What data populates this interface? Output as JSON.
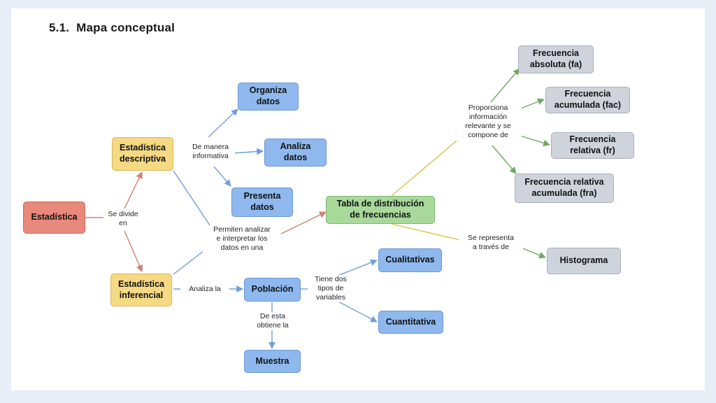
{
  "title": {
    "number": "5.1.",
    "text": "Mapa conceptual"
  },
  "nodes": {
    "estadistica": "Estadística",
    "descriptiva": "Estadística\ndescriptiva",
    "inferencial": "Estadística\ninferencial",
    "organiza": "Organiza\ndatos",
    "analiza": "Analiza\ndatos",
    "presenta": "Presenta\ndatos",
    "tabla": "Tabla de distribución\nde frecuencias",
    "poblacion": "Población",
    "muestra": "Muestra",
    "cualitativas": "Cualitativas",
    "cuantitativa": "Cuantitativa",
    "fa": "Frecuencia\nabsoluta (fa)",
    "fac": "Frecuencia\nacumulada (fac)",
    "fr": "Frecuencia\nrelativa (fr)",
    "fra": "Frecuencia relativa\nacumulada (fra)",
    "histograma": "Histograma"
  },
  "labels": {
    "se_divide": "Se divide\nen",
    "de_manera": "De manera\ninformativa",
    "permiten": "Permiten analizar\ne interpretar los\ndatos en una",
    "analiza_la": "Analiza la",
    "de_esta": "De esta\nobtiene la",
    "tiene_dos": "Tiene dos\ntipos de\nvariables",
    "proporciona": "Proporciona\ninformación\nrelevante y se\ncompone de",
    "se_representa": "Se representa\na través de"
  },
  "colors": {
    "red": "#e8897b",
    "yellow": "#f6d983",
    "blue": "#8fb9ee",
    "green": "#a8d99b",
    "gray": "#cfd3db"
  }
}
